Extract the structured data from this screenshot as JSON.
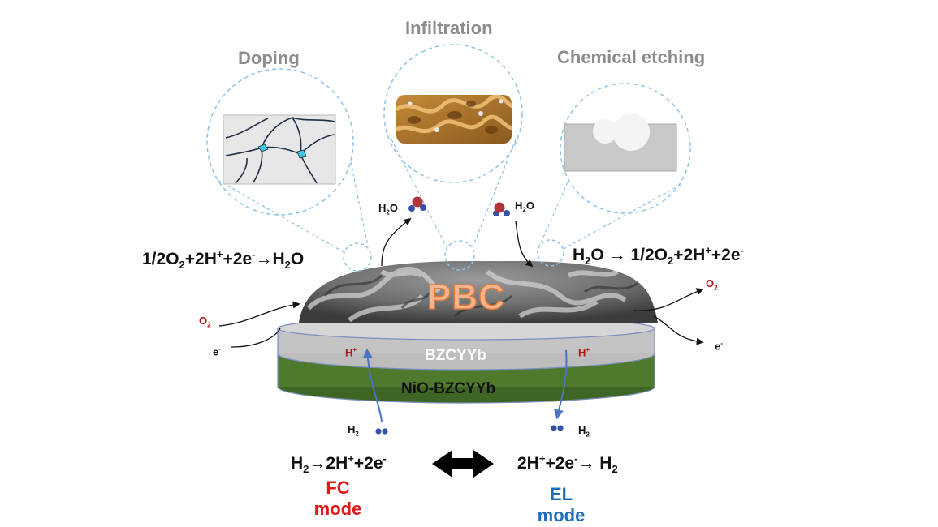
{
  "titles": {
    "doping": "Doping",
    "infiltration": "Infiltration",
    "etching": "Chemical etching"
  },
  "equations": {
    "left_top": {
      "a": "1/2O",
      "b": "2",
      "c": "+2H",
      "d": "+",
      "e": "+2e",
      "f": "-",
      "g": "→H",
      "h": "2",
      "i": "O"
    },
    "right_top": {
      "a": "H",
      "b": "2",
      "c": "O → 1/2O",
      "d": "2",
      "e": "+2H",
      "f": "+",
      "g": "+2e",
      "h": "-"
    },
    "fc": {
      "a": "H",
      "b": "2",
      "c": "→2H",
      "d": "+",
      "e": "+2e",
      "f": "-"
    },
    "el": {
      "a": "2H",
      "b": "+",
      "c": "+2e",
      "d": "-",
      "e": "→ H",
      "f": "2"
    }
  },
  "species": {
    "h2o": {
      "a": "H",
      "b": "2",
      "c": "O"
    },
    "o2": {
      "a": "O",
      "b": "2"
    },
    "h2": {
      "a": "H",
      "b": "2"
    },
    "hplus": {
      "a": "H",
      "b": "+"
    },
    "electron": {
      "a": "e",
      "b": "-"
    }
  },
  "layers": {
    "pbc": "PBC",
    "electrolyte": "BZCYYb",
    "anode": "NiO-BZCYYb"
  },
  "modes": {
    "fc_line1": "FC",
    "fc_line2": "mode",
    "el_line1": "EL",
    "el_line2": "mode"
  },
  "colors": {
    "callout_dash": "#8ec3e8",
    "anode_green": "#4f7a2e",
    "electrolyte_gray": "#c4c4c4",
    "proton_arrow": "#4a74c4",
    "fc_red": "#e01a1a",
    "el_blue": "#1f6fb8"
  }
}
